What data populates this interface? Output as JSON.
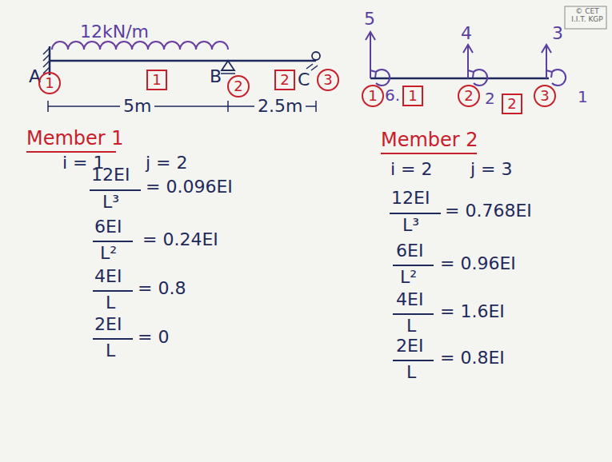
{
  "diagram": {
    "nodes": [
      {
        "text": [
          "1"
        ]
      },
      {
        "text": [
          "1"
        ]
      },
      {
        "text": [
          "2"
        ]
      },
      {
        "text": [
          "2"
        ]
      },
      {
        "text": [
          "3"
        ]
      },
      {
        "text": [
          "1"
        ]
      },
      {
        "text": [
          "1"
        ]
      },
      {
        "text": [
          "2"
        ]
      },
      {
        "text": [
          "2"
        ]
      },
      {
        "text": [
          "3"
        ]
      }
    ],
    "labels": [
      "12kN/m",
      "A",
      "B",
      "C",
      "5m",
      "2.5m",
      "5",
      "4",
      "3",
      "6.",
      "2",
      "1",
      "Member 1",
      "i = 1",
      "j = 2",
      "12EI",
      "L³",
      "= 0.096EI",
      "6EI",
      "L²",
      "= 0.24EI",
      "4EI",
      "L",
      "= 0.8",
      "2EI",
      "L",
      "= 0",
      "Member 2",
      "i = 2",
      "j = 3",
      "12EI",
      "L³",
      "= 0.768EI",
      "6EI",
      "L²",
      "= 0.96EI",
      "4EI",
      "L",
      "= 1.6EI",
      "2EI",
      "L",
      "= 0.8EI",
      "© CET I.I.T. KGP"
    ]
  }
}
